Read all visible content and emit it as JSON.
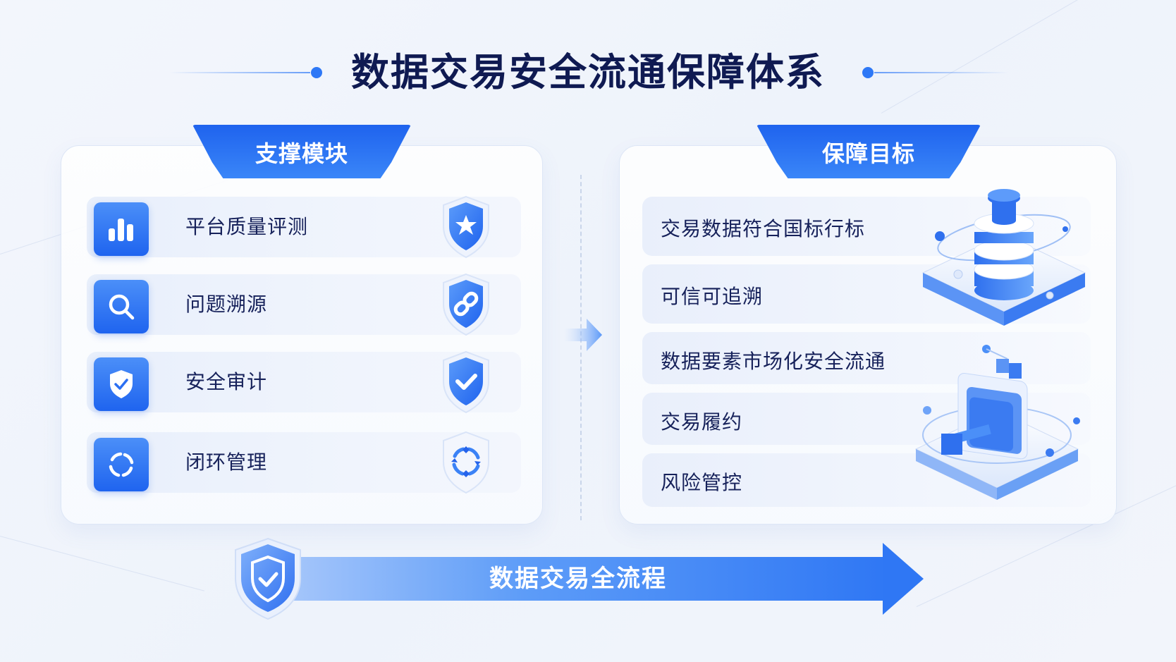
{
  "title": "数据交易安全流通保障体系",
  "colors": {
    "primary": "#2e78f6",
    "primary_dark": "#1f63ee",
    "title_text": "#0f1a52",
    "item_text": "#16215a",
    "background": "#f1f5fc"
  },
  "left_panel": {
    "heading": "支撑模块",
    "items": [
      {
        "label": "平台质量评测",
        "icon": "bar-chart-icon",
        "badge": "shield-star-icon"
      },
      {
        "label": "问题溯源",
        "icon": "search-icon",
        "badge": "shield-link-icon"
      },
      {
        "label": "安全审计",
        "icon": "shield-check-icon",
        "badge": "shield-check-icon"
      },
      {
        "label": "闭环管理",
        "icon": "cycle-icon",
        "badge": "shield-cycle-icon"
      }
    ]
  },
  "connector": {
    "icon": "arrow-right-icon"
  },
  "right_panel": {
    "heading": "保障目标",
    "items": [
      {
        "label": "交易数据符合国标行标"
      },
      {
        "label": "可信可追溯"
      },
      {
        "label": "数据要素市场化安全流通"
      },
      {
        "label": "交易履约"
      },
      {
        "label": "风险管控"
      }
    ],
    "illustrations": [
      "database-stack-illustration",
      "secure-terminal-illustration"
    ]
  },
  "flow": {
    "label": "数据交易全流程",
    "icon": "shield-check-icon"
  }
}
